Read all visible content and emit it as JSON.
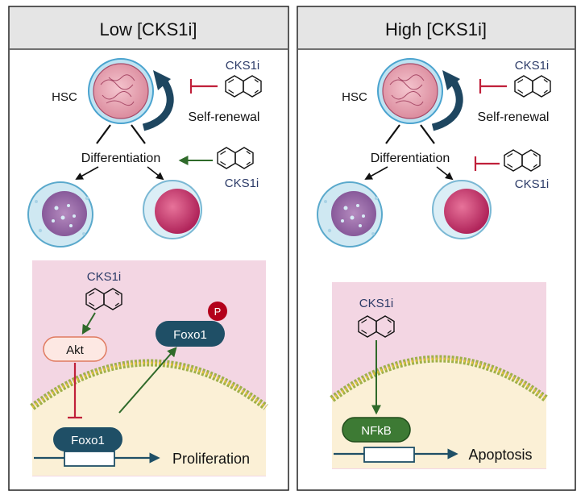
{
  "panels": [
    {
      "title": "Low [CKS1i]",
      "hsc_label": "HSC",
      "inhibitor_label_top": "CKS1i",
      "self_renewal_label": "Self-renewal",
      "differentiation_label": "Differentiation",
      "inhibitor_label_diff": "CKS1i",
      "inset": {
        "inhibitor_label": "CKS1i",
        "akt_label": "Akt",
        "foxo1_label": "Foxo1",
        "foxo1p_label": "Foxo1",
        "phospho_label": "P",
        "outcome_label": "Proliferation"
      }
    },
    {
      "title": "High [CKS1i]",
      "hsc_label": "HSC",
      "inhibitor_label_top": "CKS1i",
      "self_renewal_label": "Self-renewal",
      "differentiation_label": "Differentiation",
      "inhibitor_label_diff": "CKS1i",
      "inset": {
        "inhibitor_label": "CKS1i",
        "nfkb_label": "NFkB",
        "outcome_label": "Apoptosis"
      }
    }
  ],
  "colors": {
    "header_bg": "#e5e5e5",
    "inhibitor_text": "#2b3a67",
    "inhibit_red": "#c0203a",
    "activate_green": "#2f6a2a",
    "foxo_fill": "#1f4f66",
    "nfkb_fill": "#3d7a34",
    "phospho_red": "#b3001b",
    "cytoplasm_pink": "#f3d6e3",
    "nucleus_cream": "#fbf0d6"
  }
}
